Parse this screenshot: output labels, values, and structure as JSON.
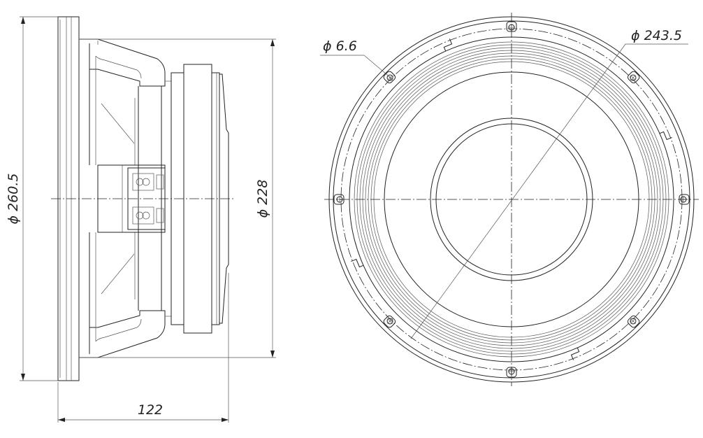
{
  "drawing": {
    "side_view": {
      "overall_diameter_label": "ϕ 260.5",
      "basket_diameter_label": "ϕ 228",
      "depth_label": "122"
    },
    "front_view": {
      "bolt_circle_label": "ϕ 243.5",
      "hole_diameter_label": "ϕ 6.6",
      "hole_count": 8
    },
    "line_color": "#222222"
  }
}
